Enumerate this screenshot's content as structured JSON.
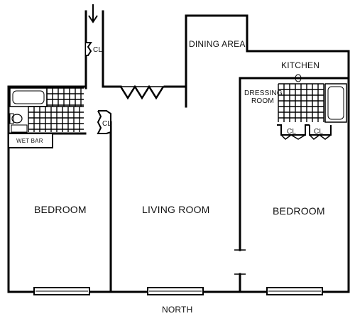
{
  "floor_plan": {
    "rooms": {
      "bedroom_left": "BEDROOM",
      "living_room": "LIVING ROOM",
      "bedroom_right": "BEDROOM",
      "dining_area": "DINING AREA",
      "kitchen": "KITCHEN",
      "dressing_room_line1": "DRESSING",
      "dressing_room_line2": "ROOM",
      "wet_bar": "WET BAR"
    },
    "closets": {
      "entry_closet": "CL",
      "living_closet": "CL",
      "right_closet_1": "CL",
      "right_closet_2": "CL"
    },
    "orientation": "NORTH"
  }
}
